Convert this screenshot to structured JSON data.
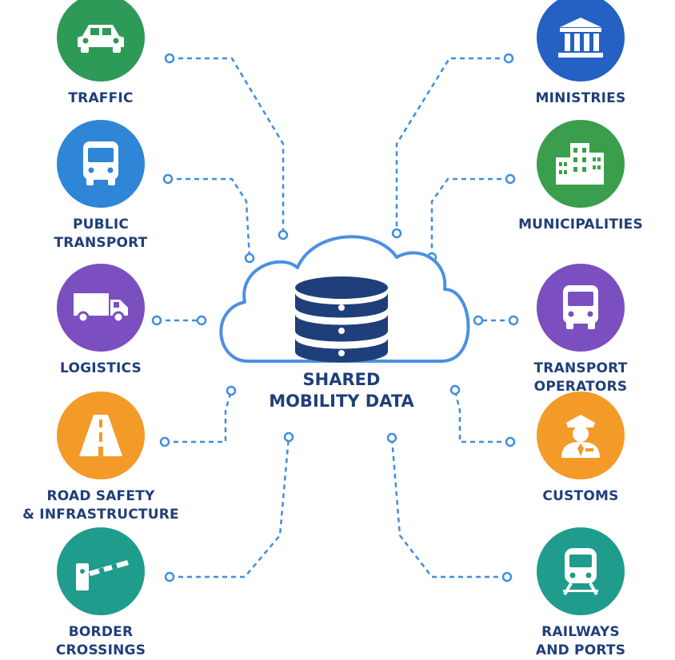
{
  "hub": {
    "line1": "SHARED",
    "line2": "MOBILITY DATA",
    "icon": "database-icon"
  },
  "left_nodes": [
    {
      "id": "traffic",
      "lines": [
        "TRAFFIC",
        ""
      ],
      "icon": "car-icon",
      "color": "#2e9a58"
    },
    {
      "id": "public-transport",
      "lines": [
        "PUBLIC",
        "TRANSPORT"
      ],
      "icon": "bus-icon",
      "color": "#2f86d6"
    },
    {
      "id": "logistics",
      "lines": [
        "LOGISTICS",
        ""
      ],
      "icon": "truck-icon",
      "color": "#7b4fc0"
    },
    {
      "id": "road-safety",
      "lines": [
        "ROAD SAFETY",
        "& INFRASTRUCTURE"
      ],
      "icon": "road-icon",
      "color": "#f39a28"
    },
    {
      "id": "border-crossings",
      "lines": [
        "BORDER",
        "CROSSINGS"
      ],
      "icon": "barrier-icon",
      "color": "#1f9c8c"
    }
  ],
  "right_nodes": [
    {
      "id": "ministries",
      "lines": [
        "MINISTRIES",
        ""
      ],
      "icon": "government-building-icon",
      "color": "#2461c3"
    },
    {
      "id": "municipalities",
      "lines": [
        "MUNICIPALITIES",
        ""
      ],
      "icon": "city-buildings-icon",
      "color": "#3a9e4c"
    },
    {
      "id": "transport-operators",
      "lines": [
        "TRANSPORT",
        "OPERATORS"
      ],
      "icon": "bus-icon",
      "color": "#7b4fc0"
    },
    {
      "id": "customs",
      "lines": [
        "CUSTOMS",
        ""
      ],
      "icon": "customs-officer-icon",
      "color": "#f39a28"
    },
    {
      "id": "railways-ports",
      "lines": [
        "RAILWAYS",
        "AND PORTS"
      ],
      "icon": "train-icon",
      "color": "#1f9c8c"
    }
  ],
  "colors": {
    "connector": "#3f8ee0",
    "label": "#1f3f7a",
    "cloud_stroke": "#4a90e2",
    "database": "#1f3f7a"
  }
}
